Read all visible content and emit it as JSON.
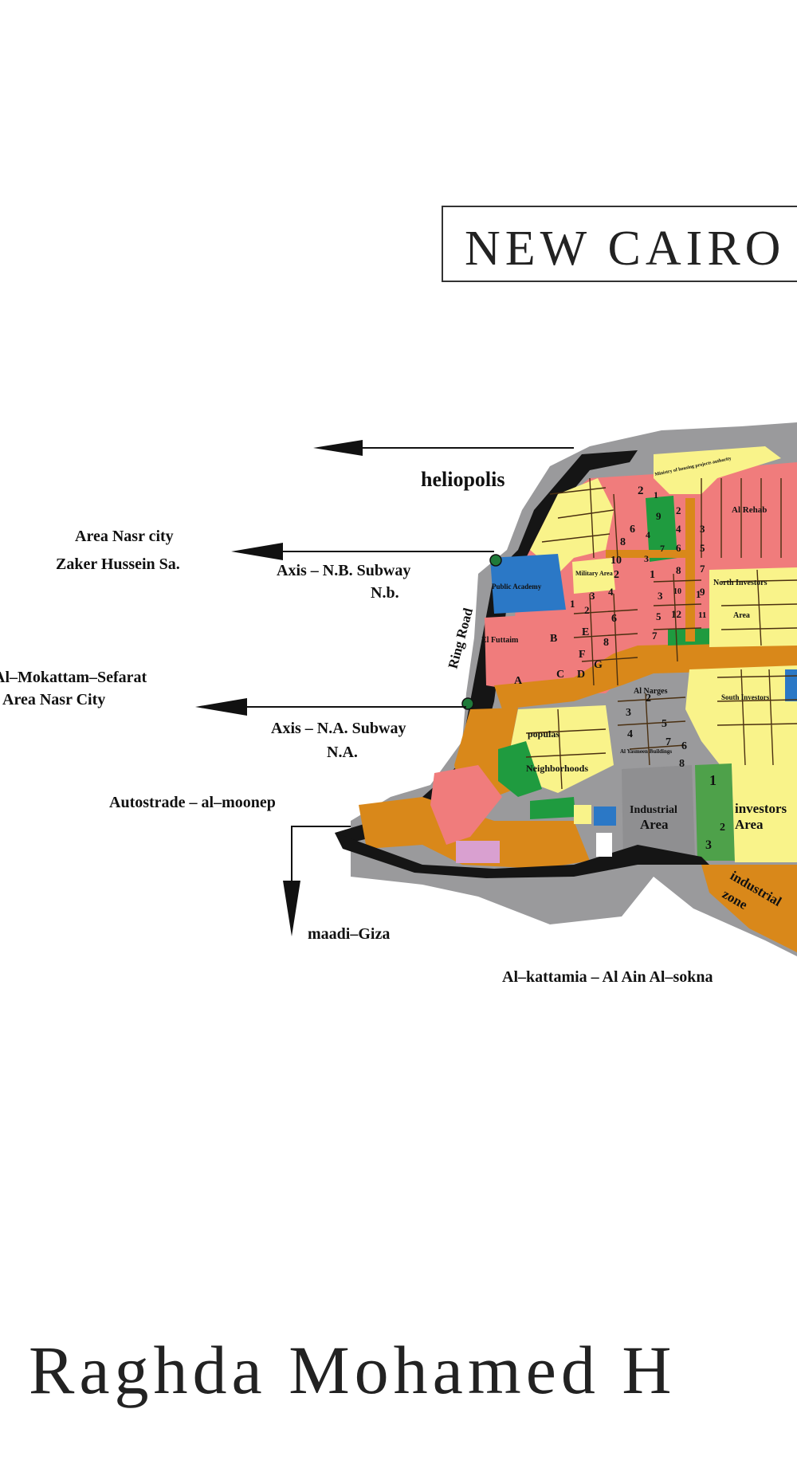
{
  "title": "NEW CAIRO",
  "author": "Raghda Mohamed H",
  "colors": {
    "residential": "#f07c7c",
    "yellow": "#f9f38a",
    "orange": "#d9881a",
    "green": "#1f9b3f",
    "gray": "#8f8f91",
    "black": "#111111",
    "blue": "#2b78c6",
    "lightgray": "#b9b9bb",
    "pink": "#d9a0d0"
  },
  "external": {
    "heliopolis": "heliopolis",
    "nasr_city_line1": "Area Nasr city",
    "nasr_city_line2": "Zaker Hussein Sa.",
    "axis_nb_line1": "Axis  –  N.B.  Subway",
    "axis_nb_line2": "N.b.",
    "mokattam_line1": "Al–Mokattam–Sefarat",
    "mokattam_line2": "Area Nasr City",
    "axis_na_line1": "Axis  –  N.A.  Subway",
    "axis_na_line2": "N.A.",
    "autostrade": "Autostrade  –  al–moonep",
    "maadi": "maadi–Giza",
    "kattamia": "Al–kattamia  –  Al  Ain  Al–sokna"
  },
  "map_labels": {
    "ring_road": "Ring Road",
    "public_academy": "Public Academy",
    "el_futtaim": "El Futtaim",
    "military_area": "Military Area",
    "al_rehab": "Al Rehab",
    "north_investors": "North Investors",
    "area": "Area",
    "populas": "populas",
    "neighborhoods": "Neighborhoods",
    "industrial_area_1": "Industrial",
    "industrial_area_2": "Area",
    "investors_area_1": "investors",
    "investors_area_2": "Area",
    "industrial_zone_1": "industrial",
    "industrial_zone_2": "zone",
    "al_narges": "Al Narges",
    "al_yasmeen": "Al Yasmeen Buildings",
    "south_investors": "South Investors",
    "ministry": "Ministry of housing projects authority",
    "letters": [
      "A",
      "B",
      "C",
      "D",
      "E",
      "F",
      "G"
    ],
    "numbers_a": [
      "2",
      "1",
      "6",
      "9",
      "8",
      "4",
      "10",
      "5",
      "7",
      "3",
      "2",
      "1",
      "4",
      "3",
      "6",
      "8",
      "1",
      "2"
    ],
    "numbers_b": [
      "2",
      "4",
      "6",
      "8",
      "10",
      "12",
      "3",
      "5",
      "7",
      "9",
      "11",
      "1",
      "3",
      "5",
      "7",
      "2",
      "4",
      "6",
      "8"
    ],
    "numbers_c": [
      "3",
      "4",
      "5",
      "7",
      "6",
      "8",
      "2",
      "1",
      "2",
      "3"
    ]
  }
}
